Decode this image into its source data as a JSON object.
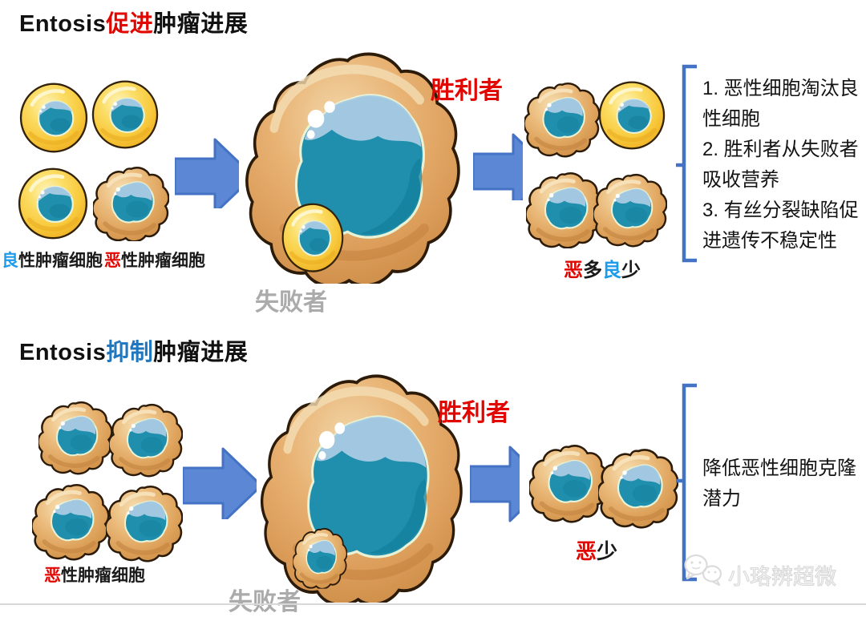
{
  "top_panel": {
    "title_en": "Entosis",
    "title_highlight": "促进",
    "title_rest": "肿瘤进展",
    "benign_label_first": "良",
    "benign_label_rest": "性肿瘤细胞",
    "malignant_label_first": "恶",
    "malignant_label_rest": "性肿瘤细胞",
    "winner_label": "胜利者",
    "loser_label": "失败者",
    "outcome": {
      "p1": "恶",
      "p2": "多",
      "p3": "良",
      "p4": "少"
    },
    "notes": [
      "1. 恶性细胞淘汰良性细胞",
      "2. 胜利者从失败者吸收营养",
      "3. 有丝分裂缺陷促进遗传不稳定性"
    ]
  },
  "bottom_panel": {
    "title_en": "Entosis",
    "title_highlight": "抑制",
    "title_rest": "肿瘤进展",
    "malignant_label_first": "恶",
    "malignant_label_rest": "性肿瘤细胞",
    "winner_label": "胜利者",
    "loser_label": "失败者",
    "outcome": {
      "p1": "恶",
      "p2": "少"
    },
    "note": "降低恶性细胞克隆潜力"
  },
  "watermark": {
    "text": "小珞辨超微",
    "icon": "chat-bubbles-icon"
  },
  "colors": {
    "promote_red": "#E10600",
    "inhibit_blue": "#2077BE",
    "benign_blue": "#1E9BE9",
    "loser_gray": "#ABABAB",
    "arrow_fill": "#5B87D5",
    "arrow_stroke": "#4472C4",
    "bracket_blue": "#4472C4",
    "benign_cell_yellow": "#F8C93C",
    "malignant_cell_tan": "#DCA058",
    "nucleus_teal": "#1F8FAD"
  }
}
